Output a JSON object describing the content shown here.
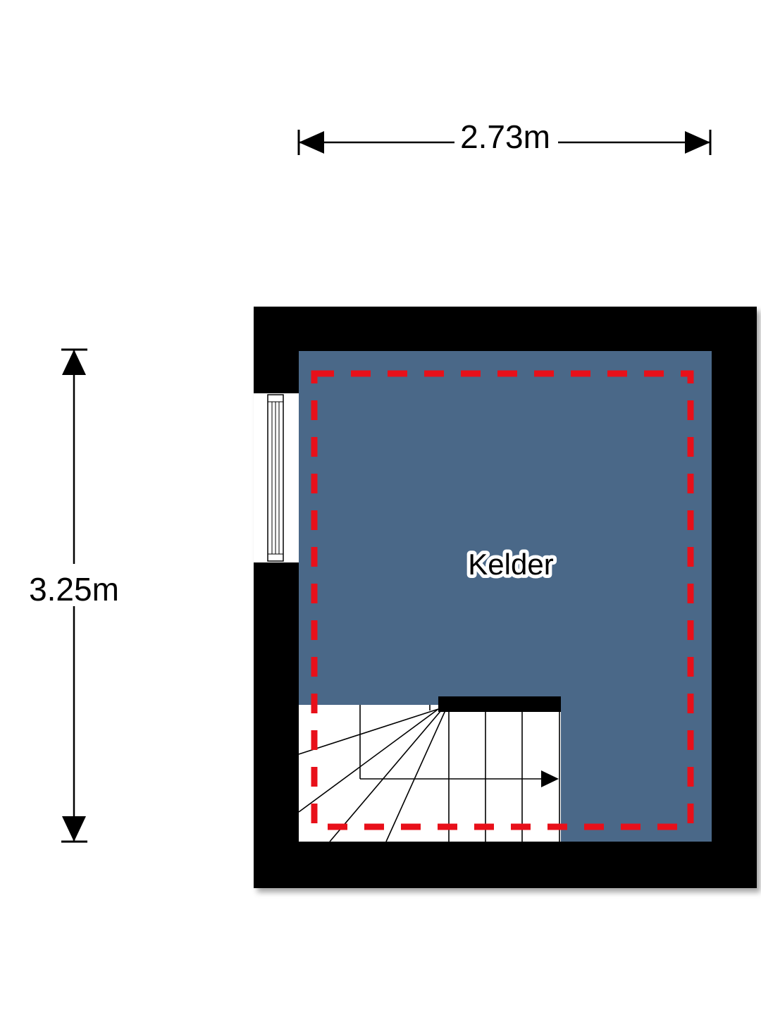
{
  "dimensions": {
    "width_label": "2.73m",
    "height_label": "3.25m"
  },
  "room": {
    "name": "Kelder"
  },
  "colors": {
    "wall": "#000000",
    "floor": "#4a6888",
    "outline_dashed": "#e8101a",
    "stairs": "#ffffff",
    "dimension_line": "#000000"
  },
  "icons": {
    "window": "window-icon",
    "stairs": "staircase-icon",
    "dimension_arrows": "arrowhead-icon"
  }
}
